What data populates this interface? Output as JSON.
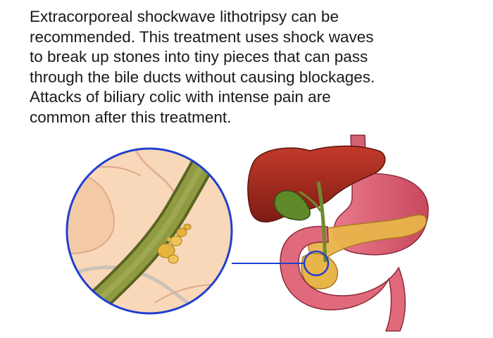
{
  "caption": {
    "lines": [
      "Extracorporeal shockwave lithotripsy can be",
      "recommended. This treatment uses shock waves",
      "to break up stones into tiny pieces that can pass",
      "through the bile ducts without causing blockages.",
      "Attacks of biliary colic with intense pain are",
      "common after this treatment."
    ]
  },
  "illustration": {
    "liver_color": "#a92b1e",
    "gallbladder_color": "#5f8a2a",
    "stomach_color": "#d9566b",
    "pancreas_color": "#e8b54a",
    "magnifier_ring_color": "#1f3fd0",
    "duct_color": "#7f8a36",
    "stone_color": "#e6b43c",
    "tissue_color": "#f8d8b8"
  }
}
